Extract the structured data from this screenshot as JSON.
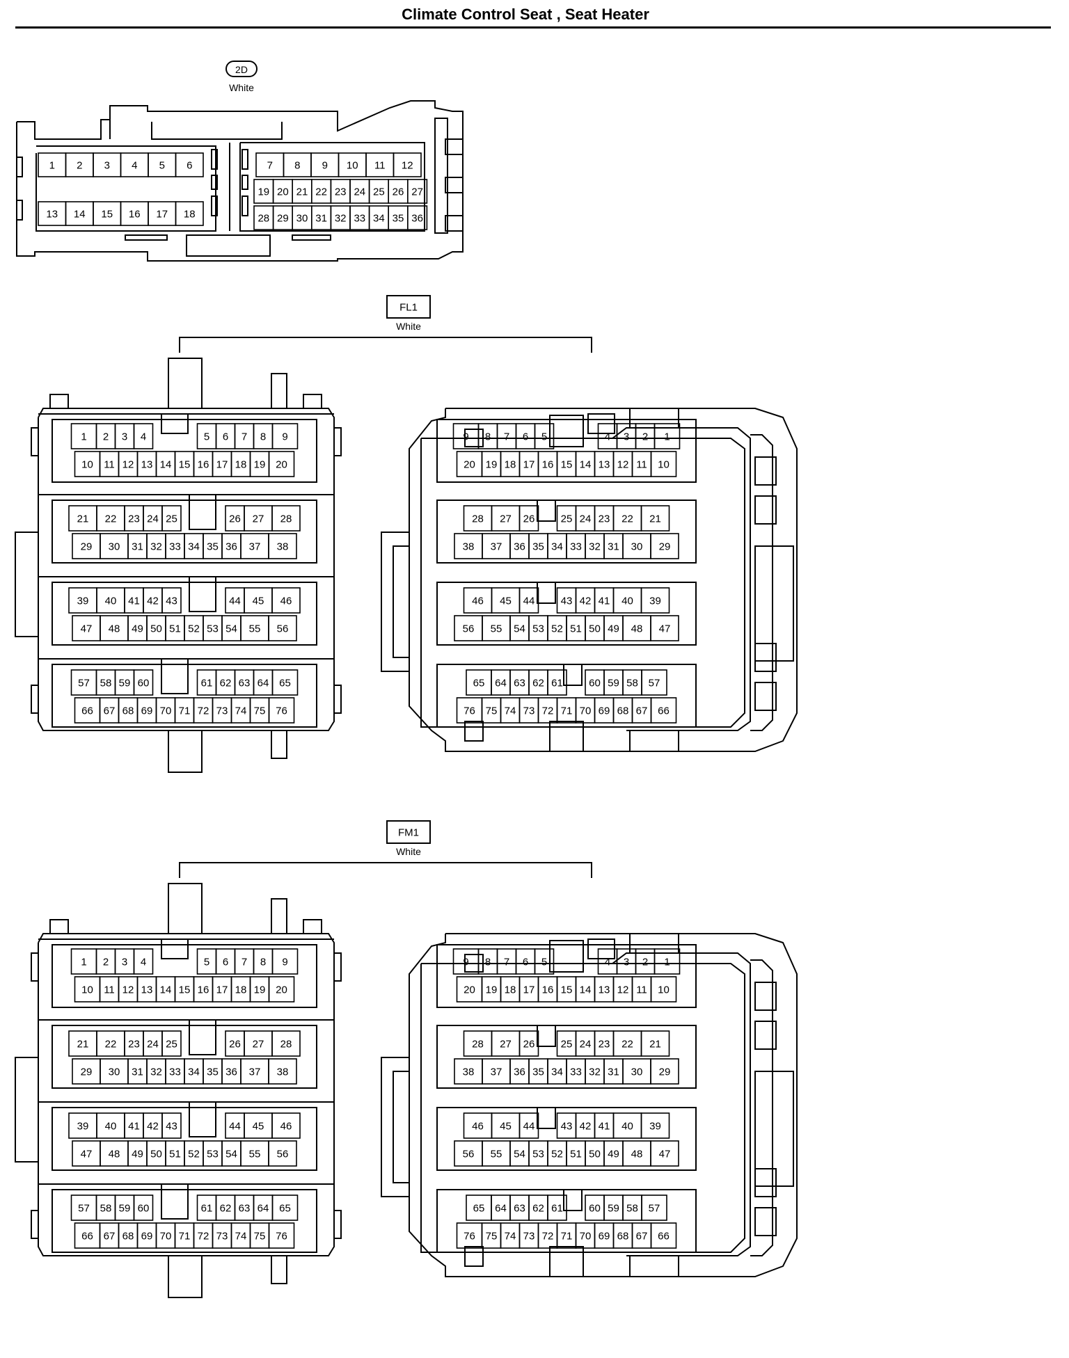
{
  "page_title": "Climate Control Seat , Seat Heater",
  "connectors": [
    {
      "id": "2D",
      "color": "White",
      "tag_shape": "oval",
      "pins_top_left": [
        "1",
        "2",
        "3",
        "4",
        "5",
        "6"
      ],
      "pins_bottom_left": [
        "13",
        "14",
        "15",
        "16",
        "17",
        "18"
      ],
      "pins_top_right": [
        "7",
        "8",
        "9",
        "10",
        "11",
        "12"
      ],
      "pins_mid_right": [
        "19",
        "20",
        "21",
        "22",
        "23",
        "24",
        "25",
        "26",
        "27"
      ],
      "pins_bottom_right": [
        "28",
        "29",
        "30",
        "31",
        "32",
        "33",
        "34",
        "35",
        "36"
      ]
    },
    {
      "id": "FL1",
      "color": "White",
      "tag_shape": "box",
      "left_block_rows": [
        [
          "1",
          "2",
          "3",
          "4",
          "",
          "5",
          "6",
          "7",
          "8",
          "9"
        ],
        [
          "10",
          "11",
          "12",
          "13",
          "14",
          "15",
          "16",
          "17",
          "18",
          "19",
          "20"
        ],
        [
          "21",
          "22",
          "23",
          "24",
          "25",
          "",
          "26",
          "27",
          "28"
        ],
        [
          "29",
          "30",
          "31",
          "32",
          "33",
          "34",
          "35",
          "36",
          "37",
          "38"
        ],
        [
          "39",
          "40",
          "41",
          "42",
          "43",
          "",
          "44",
          "45",
          "46"
        ],
        [
          "47",
          "48",
          "49",
          "50",
          "51",
          "52",
          "53",
          "54",
          "55",
          "56"
        ],
        [
          "57",
          "58",
          "59",
          "60",
          "",
          "61",
          "62",
          "63",
          "64",
          "65"
        ],
        [
          "66",
          "67",
          "68",
          "69",
          "70",
          "71",
          "72",
          "73",
          "74",
          "75",
          "76"
        ]
      ],
      "right_block_rows": [
        [
          "9",
          "8",
          "7",
          "6",
          "5",
          "",
          "4",
          "3",
          "2",
          "1"
        ],
        [
          "20",
          "19",
          "18",
          "17",
          "16",
          "15",
          "14",
          "13",
          "12",
          "11",
          "10"
        ],
        [
          "28",
          "27",
          "26",
          "",
          "25",
          "24",
          "23",
          "22",
          "21"
        ],
        [
          "38",
          "37",
          "36",
          "35",
          "34",
          "33",
          "32",
          "31",
          "30",
          "29"
        ],
        [
          "46",
          "45",
          "44",
          "",
          "43",
          "42",
          "41",
          "40",
          "39"
        ],
        [
          "56",
          "55",
          "54",
          "53",
          "52",
          "51",
          "50",
          "49",
          "48",
          "47"
        ],
        [
          "65",
          "64",
          "63",
          "62",
          "61",
          "",
          "60",
          "59",
          "58",
          "57"
        ],
        [
          "76",
          "75",
          "74",
          "73",
          "72",
          "71",
          "70",
          "69",
          "68",
          "67",
          "66"
        ]
      ]
    },
    {
      "id": "FM1",
      "color": "White",
      "tag_shape": "box",
      "left_block_rows": [
        [
          "1",
          "2",
          "3",
          "4",
          "",
          "5",
          "6",
          "7",
          "8",
          "9"
        ],
        [
          "10",
          "11",
          "12",
          "13",
          "14",
          "15",
          "16",
          "17",
          "18",
          "19",
          "20"
        ],
        [
          "21",
          "22",
          "23",
          "24",
          "25",
          "",
          "26",
          "27",
          "28"
        ],
        [
          "29",
          "30",
          "31",
          "32",
          "33",
          "34",
          "35",
          "36",
          "37",
          "38"
        ],
        [
          "39",
          "40",
          "41",
          "42",
          "43",
          "",
          "44",
          "45",
          "46"
        ],
        [
          "47",
          "48",
          "49",
          "50",
          "51",
          "52",
          "53",
          "54",
          "55",
          "56"
        ],
        [
          "57",
          "58",
          "59",
          "60",
          "",
          "61",
          "62",
          "63",
          "64",
          "65"
        ],
        [
          "66",
          "67",
          "68",
          "69",
          "70",
          "71",
          "72",
          "73",
          "74",
          "75",
          "76"
        ]
      ],
      "right_block_rows": [
        [
          "9",
          "8",
          "7",
          "6",
          "5",
          "",
          "4",
          "3",
          "2",
          "1"
        ],
        [
          "20",
          "19",
          "18",
          "17",
          "16",
          "15",
          "14",
          "13",
          "12",
          "11",
          "10"
        ],
        [
          "28",
          "27",
          "26",
          "",
          "25",
          "24",
          "23",
          "22",
          "21"
        ],
        [
          "38",
          "37",
          "36",
          "35",
          "34",
          "33",
          "32",
          "31",
          "30",
          "29"
        ],
        [
          "46",
          "45",
          "44",
          "",
          "43",
          "42",
          "41",
          "40",
          "39"
        ],
        [
          "56",
          "55",
          "54",
          "53",
          "52",
          "51",
          "50",
          "49",
          "48",
          "47"
        ],
        [
          "65",
          "64",
          "63",
          "62",
          "61",
          "",
          "60",
          "59",
          "58",
          "57"
        ],
        [
          "76",
          "75",
          "74",
          "73",
          "72",
          "71",
          "70",
          "69",
          "68",
          "67",
          "66"
        ]
      ]
    }
  ]
}
